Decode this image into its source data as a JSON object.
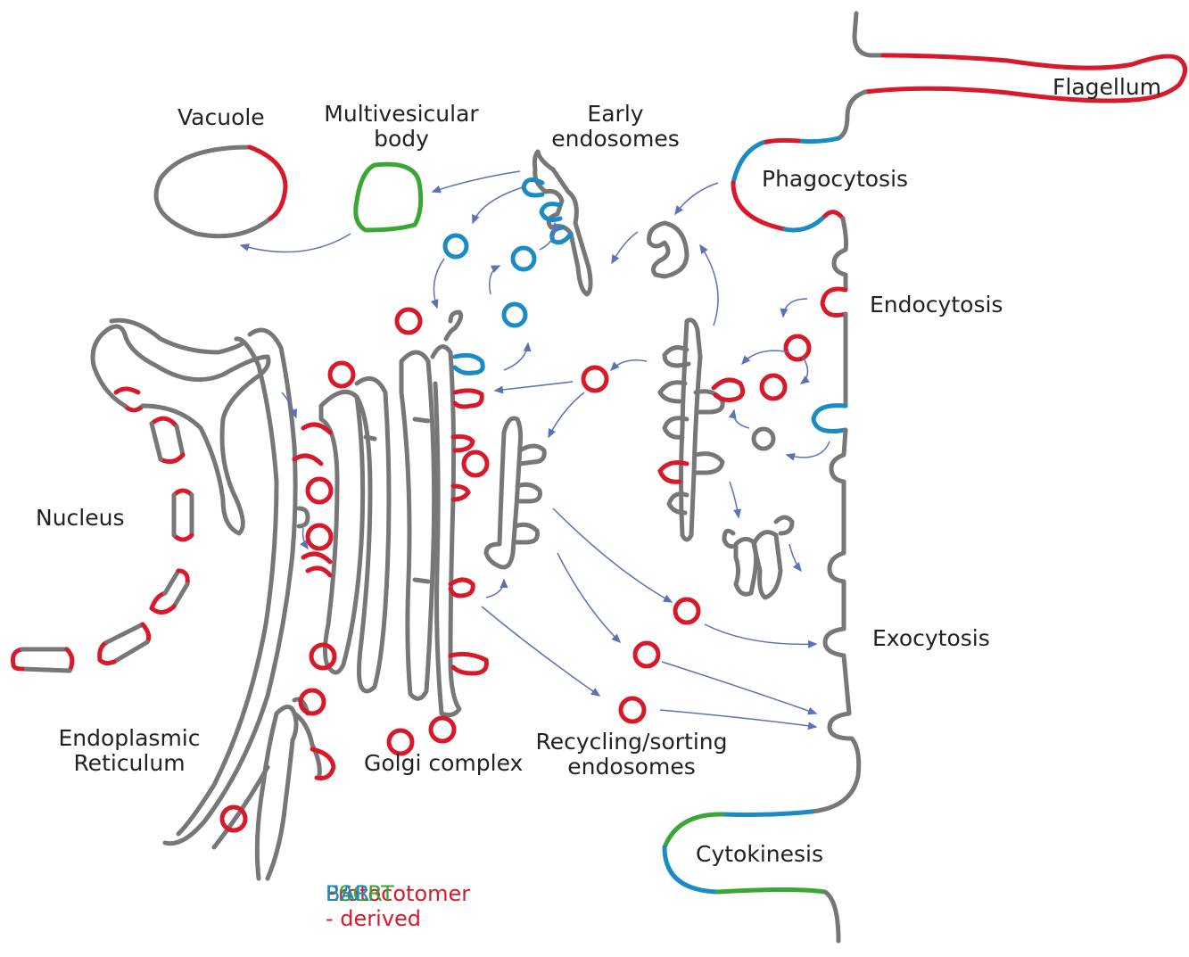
{
  "labels": {
    "flagellum": "Flagellum",
    "vacuole": "Vacuole",
    "mvb_line1": "Multivesicular",
    "mvb_line2": "body",
    "early_line1": "Early",
    "early_line2": "endosomes",
    "phagocytosis": "Phagocytosis",
    "endocytosis": "Endocytosis",
    "nucleus": "Nucleus",
    "exocytosis": "Exocytosis",
    "er_line1": "Endoplasmic",
    "er_line2": "Reticulum",
    "golgi": "Golgi complex",
    "recycling_line1": "Recycling/sorting",
    "recycling_line2": "endosomes",
    "cytokinesis": "Cytokinesis"
  },
  "legend": [
    {
      "label": "Protocotomer - derived",
      "color": "#d7192a"
    },
    {
      "label": "ESCRT",
      "color": "#3aa635"
    },
    {
      "label": "BAR",
      "color": "#1a8bc4"
    }
  ],
  "colors": {
    "membrane": "#777777",
    "protocoatomer": "#d7192a",
    "escrt": "#3aa635",
    "bar": "#1a8bc4",
    "arrow": "#5b73b5"
  }
}
